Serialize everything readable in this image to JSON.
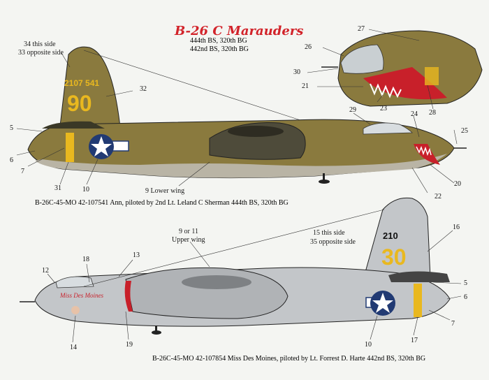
{
  "title": "B-26 C Marauders",
  "subtitle_1": "444th BS, 320th BG",
  "subtitle_2": "442nd BS, 320th BG",
  "top_aircraft": {
    "side_note_1": "34 this side",
    "side_note_2": "33 opposite side",
    "serial": "2107 541",
    "code": "90",
    "lower_wing": "9 Lower wing",
    "caption": "B-26C-45-MO 42-107541 Ann, piloted by 2nd Lt. Leland C Sherman 444th BS, 320th BG",
    "callouts": [
      "5",
      "6",
      "7",
      "31",
      "10",
      "32",
      "29",
      "24",
      "25",
      "20",
      "22",
      "27",
      "26",
      "30",
      "21",
      "23",
      "28"
    ]
  },
  "bottom_aircraft": {
    "side_note_1": "15 this side",
    "side_note_2": "35 opposite side",
    "upper_wing_1": "9 or 11",
    "upper_wing_2": "Upper wing",
    "serial": "210",
    "code": "30",
    "nose_art": "Miss Des Moines",
    "caption": "B-26C-45-MO 42-107854 Miss Des Moines, piloted by Lt. Forrest D. Harte 442nd BS, 320th BG",
    "callouts": [
      "12",
      "18",
      "13",
      "14",
      "19",
      "16",
      "5",
      "6",
      "7",
      "10",
      "17"
    ]
  },
  "colors": {
    "olive_drab": "#8a7a3e",
    "neutral_grey": "#b9b4a5",
    "silver": "#c3c6c9",
    "yellow": "#e9b81f",
    "title_red": "#d2232a",
    "insignia_blue": "#213a73",
    "cowl_red": "#c8202a"
  }
}
